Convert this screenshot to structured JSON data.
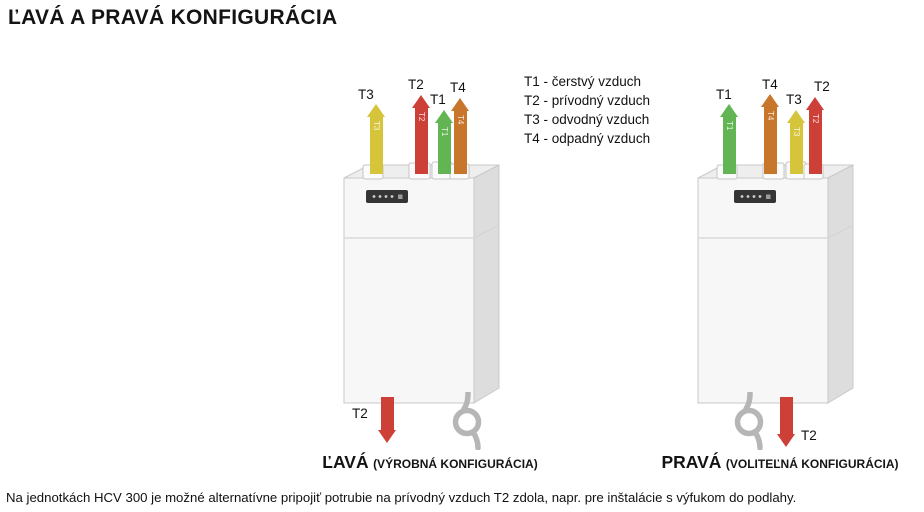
{
  "page": {
    "title": "ĽAVÁ A PRAVÁ KONFIGURÁCIA",
    "footer_note": "Na jednotkách HCV 300 je možné alternatívne pripojiť potrubie na prívodný vzduch T2 zdola, napr. pre inštalácie s výfukom do podlahy."
  },
  "legend": {
    "items": [
      "T1 - čerstvý vzduch",
      "T2 - prívodný vzduch",
      "T3 - odvodný vzduch",
      "T4 - odpadný vzduch"
    ]
  },
  "left_unit": {
    "caption_main": "ĽAVÁ",
    "caption_sub": "(VÝROBNÁ KONFIGURÁCIA)",
    "top_arrows": [
      {
        "label": "T3",
        "color": "#d6c53a"
      },
      {
        "label": "T2",
        "color": "#cd4038"
      },
      {
        "label": "T1",
        "color": "#62b552"
      },
      {
        "label": "T4",
        "color": "#c7762b"
      }
    ],
    "bottom_arrow": {
      "label": "T2",
      "color": "#cd4038"
    }
  },
  "right_unit": {
    "caption_main": "PRAVÁ",
    "caption_sub": "(VOLITEĽNÁ KONFIGURÁCIA)",
    "top_arrows": [
      {
        "label": "T1",
        "color": "#62b552"
      },
      {
        "label": "T4",
        "color": "#c7762b"
      },
      {
        "label": "T3",
        "color": "#d6c53a"
      },
      {
        "label": "T2",
        "color": "#cd4038"
      }
    ],
    "bottom_arrow": {
      "label": "T2",
      "color": "#cd4038"
    }
  }
}
